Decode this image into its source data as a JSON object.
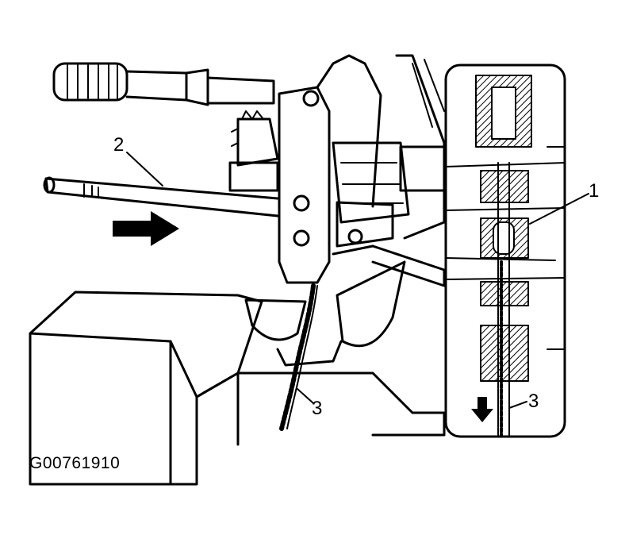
{
  "diagram": {
    "callouts": {
      "shift_rail_detent": "1",
      "shift_rail": "2",
      "detent_spring_main": "3",
      "detent_spring_inset": "3"
    },
    "figure_code": "G00761910",
    "icons": [
      "direction-arrow-right-icon",
      "direction-arrow-down-icon"
    ]
  }
}
